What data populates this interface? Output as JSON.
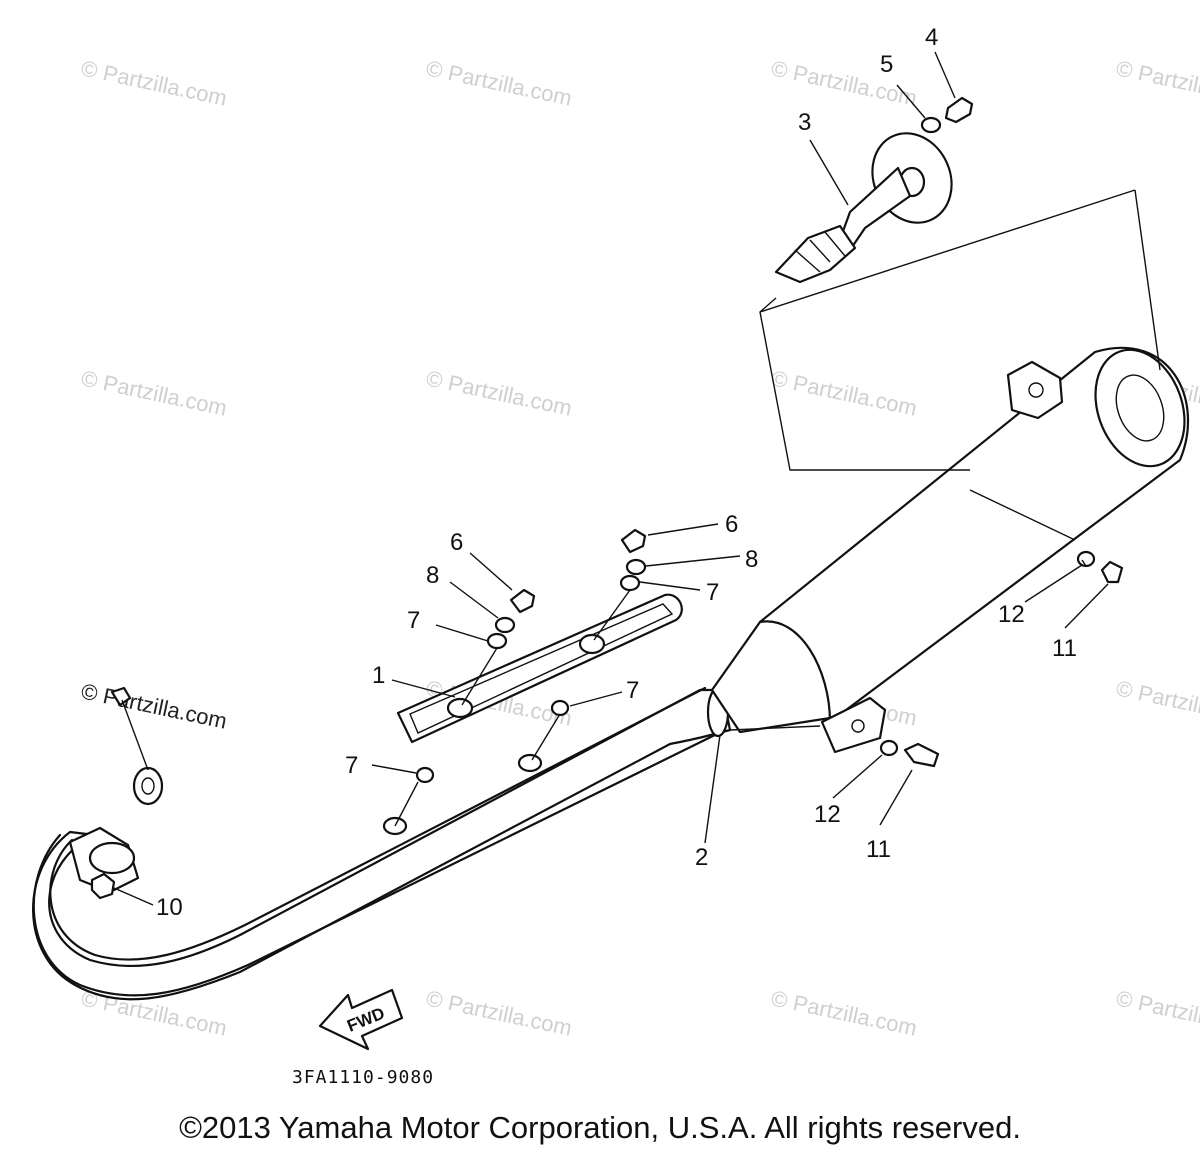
{
  "watermark": "© Partzilla.com",
  "callouts": {
    "c1": "1",
    "c2": "2",
    "c3": "3",
    "c4": "4",
    "c5": "5",
    "c6a": "6",
    "c6b": "6",
    "c7a": "7",
    "c7b": "7",
    "c7c": "7",
    "c7d": "7",
    "c8a": "8",
    "c8b": "8",
    "c10": "10",
    "c11a": "11",
    "c11b": "11",
    "c12a": "12",
    "c12b": "12"
  },
  "fwd_label": "FWD",
  "diagram_code": "3FA1110-9080",
  "copyright": "©2013 Yamaha Motor Corporation, U.S.A. All rights reserved.",
  "colors": {
    "line": "#111111",
    "watermark": "#cfcfcf",
    "background": "#ffffff"
  }
}
